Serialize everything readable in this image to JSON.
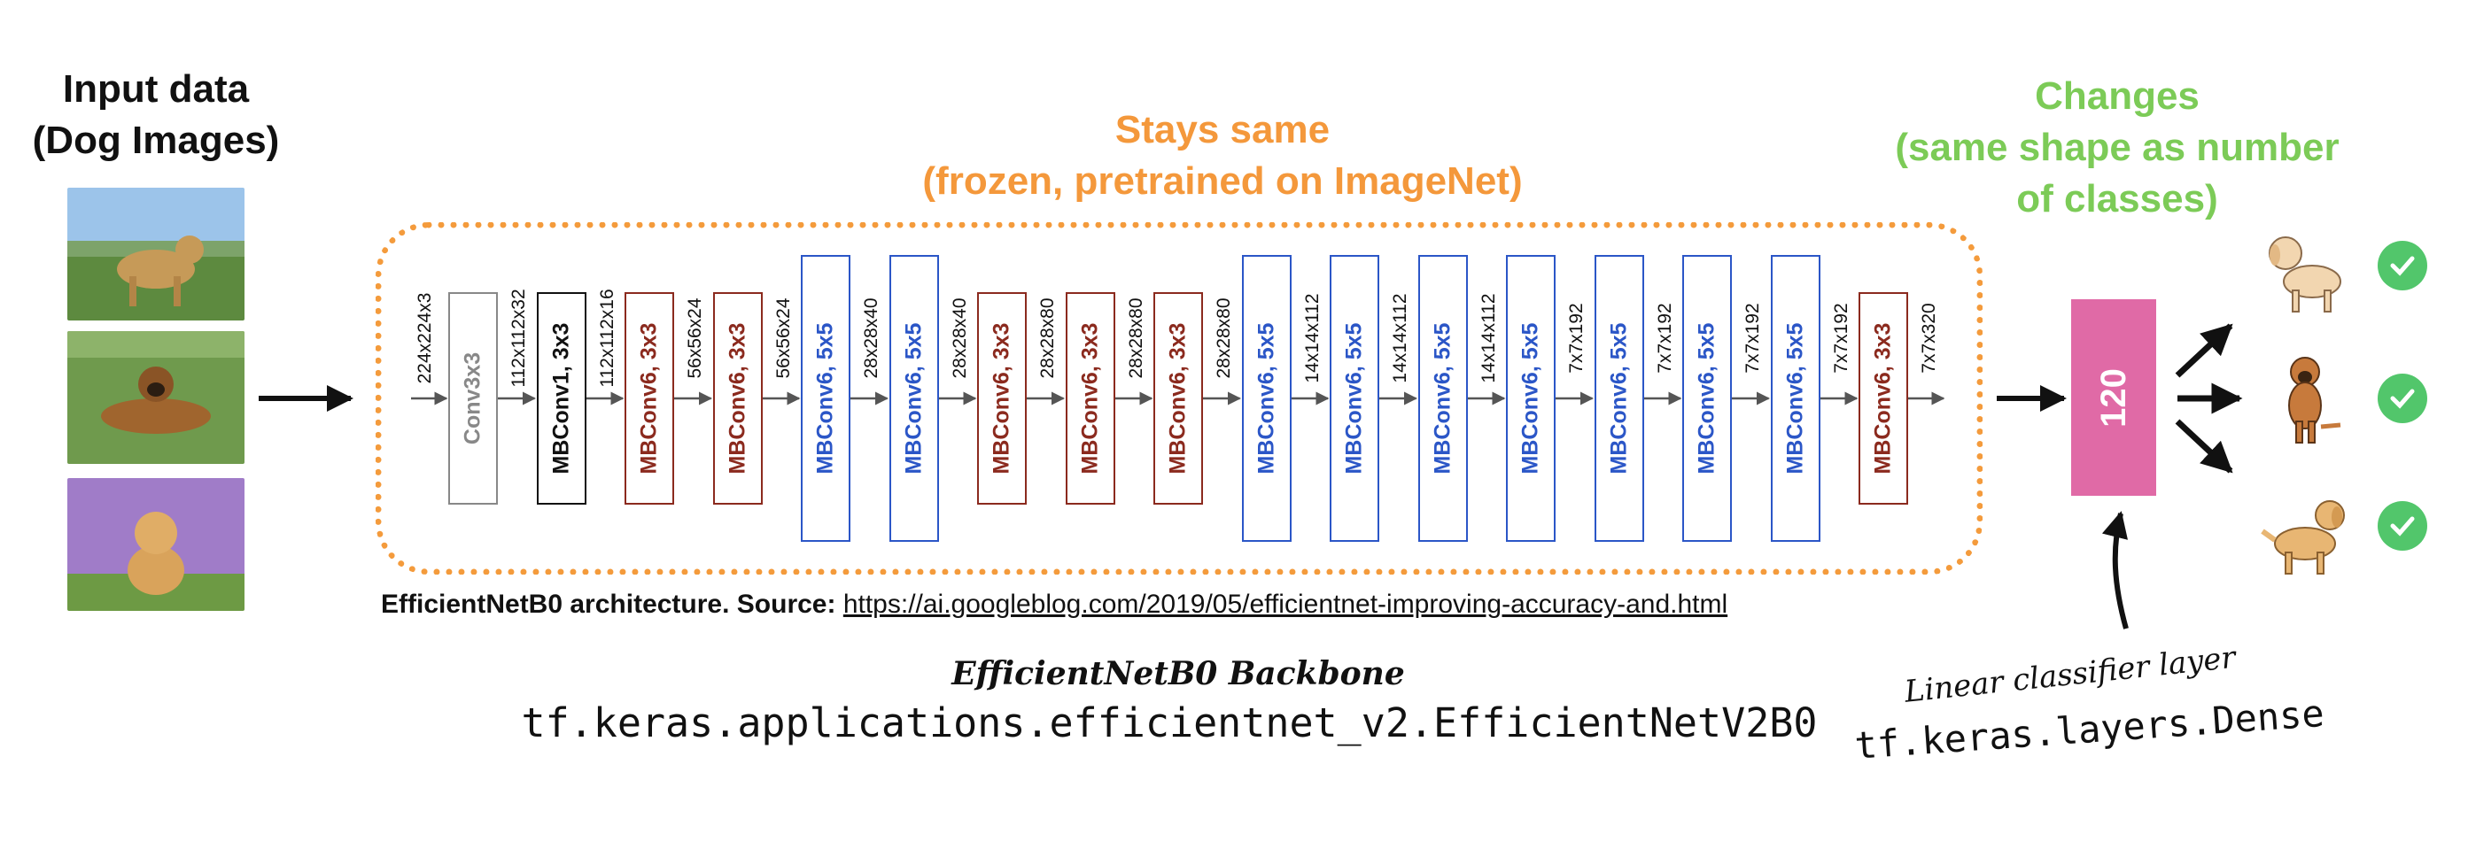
{
  "input": {
    "title_line1": "Input data",
    "title_line2": "(Dog Images)"
  },
  "backbone_header": {
    "line1": "Stays same",
    "line2": "(frozen, pretrained on ImageNet)"
  },
  "head_header": {
    "line1": "Changes",
    "line2": "(same shape as number",
    "line3": "of classes)"
  },
  "layers": [
    {
      "label": "Conv3x3",
      "in_dim": "224x224x3",
      "out_dim": "112x112x32",
      "color": "#888888",
      "size": "small"
    },
    {
      "label": "MBConv1, 3x3",
      "out_dim": "112x112x16",
      "color": "#111111",
      "size": "small"
    },
    {
      "label": "MBConv6, 3x3",
      "out_dim": "56x56x24",
      "color": "#8b2a1e",
      "size": "small"
    },
    {
      "label": "MBConv6, 3x3",
      "out_dim": "56x56x24",
      "color": "#8b2a1e",
      "size": "small"
    },
    {
      "label": "MBConv6, 5x5",
      "out_dim": "28x28x40",
      "color": "#2b56c7",
      "size": "large"
    },
    {
      "label": "MBConv6, 5x5",
      "out_dim": "28x28x40",
      "color": "#2b56c7",
      "size": "large"
    },
    {
      "label": "MBConv6, 3x3",
      "out_dim": "28x28x80",
      "color": "#8b2a1e",
      "size": "small"
    },
    {
      "label": "MBConv6, 3x3",
      "out_dim": "28x28x80",
      "color": "#8b2a1e",
      "size": "small"
    },
    {
      "label": "MBConv6, 3x3",
      "out_dim": "28x28x80",
      "color": "#8b2a1e",
      "size": "small"
    },
    {
      "label": "MBConv6, 5x5",
      "out_dim": "14x14x112",
      "color": "#2b56c7",
      "size": "large"
    },
    {
      "label": "MBConv6, 5x5",
      "out_dim": "14x14x112",
      "color": "#2b56c7",
      "size": "large"
    },
    {
      "label": "MBConv6, 5x5",
      "out_dim": "14x14x112",
      "color": "#2b56c7",
      "size": "large"
    },
    {
      "label": "MBConv6, 5x5",
      "out_dim": "7x7x192",
      "color": "#2b56c7",
      "size": "large"
    },
    {
      "label": "MBConv6, 5x5",
      "out_dim": "7x7x192",
      "color": "#2b56c7",
      "size": "large"
    },
    {
      "label": "MBConv6, 5x5",
      "out_dim": "7x7x192",
      "color": "#2b56c7",
      "size": "large"
    },
    {
      "label": "MBConv6, 5x5",
      "out_dim": "7x7x192",
      "color": "#2b56c7",
      "size": "large"
    },
    {
      "label": "MBConv6, 3x3",
      "out_dim": "7x7x320",
      "color": "#8b2a1e",
      "size": "small"
    }
  ],
  "dense_block": {
    "value": "120",
    "color": "#e06aa6"
  },
  "source": {
    "prefix": "EfficientNetB0 architecture. Source:",
    "url": "https://ai.googleblog.com/2019/05/efficientnet-improving-accuracy-and.html"
  },
  "backbone_label": "EfficientNetB0 Backbone",
  "backbone_code": "tf.keras.applications.efficientnet_v2.EfficientNetV2B0",
  "linear_label": "Linear classifier layer",
  "dense_code": "tf.keras.layers.Dense",
  "colors": {
    "orange": "#f49b3c",
    "green": "#7ccb57",
    "pink": "#e06aa6",
    "check": "#52c66b"
  },
  "icons": [
    "dog-illustration-icon",
    "checkmark-icon",
    "arrow-icon"
  ]
}
